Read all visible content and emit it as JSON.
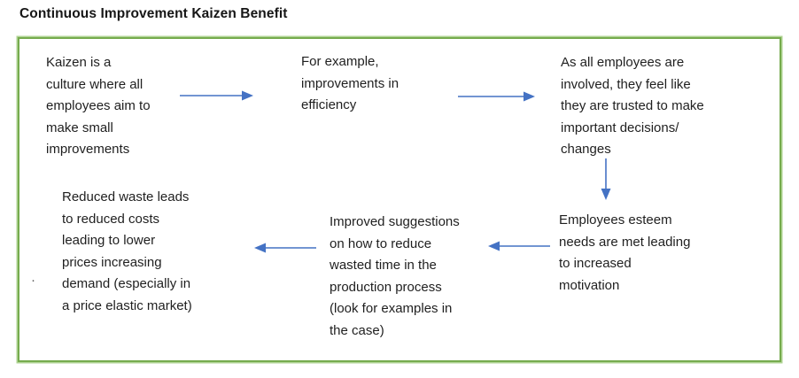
{
  "title": "Continuous Improvement Kaizen Benefit",
  "colors": {
    "arrow_blue": "#4472C4",
    "border_green_inner": "#76ab4e",
    "border_green_outer": "#aed391",
    "text": "#1f1f1f"
  },
  "diagram": {
    "bullet": "·",
    "nodes": [
      {
        "name": "kaizen-culture",
        "lines": [
          "Kaizen is a",
          "culture where all",
          "employees aim to",
          "make small",
          "improvements"
        ]
      },
      {
        "name": "example-efficiency",
        "lines": [
          "For example,",
          "improvements in",
          "efficiency"
        ]
      },
      {
        "name": "employees-trusted",
        "lines": [
          "As all employees are",
          "involved, they feel like",
          "they are trusted to make",
          "important decisions/",
          "changes"
        ]
      },
      {
        "name": "esteem-motivation",
        "lines": [
          "Employees esteem",
          "needs are met leading",
          "to increased",
          "motivation"
        ]
      },
      {
        "name": "improved-suggestions",
        "lines": [
          "Improved suggestions",
          "on how to reduce",
          "wasted time in the",
          "production process",
          "(look for examples in",
          "the case)"
        ]
      },
      {
        "name": "reduced-waste-demand",
        "lines": [
          "Reduced waste leads",
          "to reduced costs",
          "leading to lower",
          "prices increasing",
          "demand (especially in",
          "a price elastic market)"
        ]
      }
    ]
  }
}
